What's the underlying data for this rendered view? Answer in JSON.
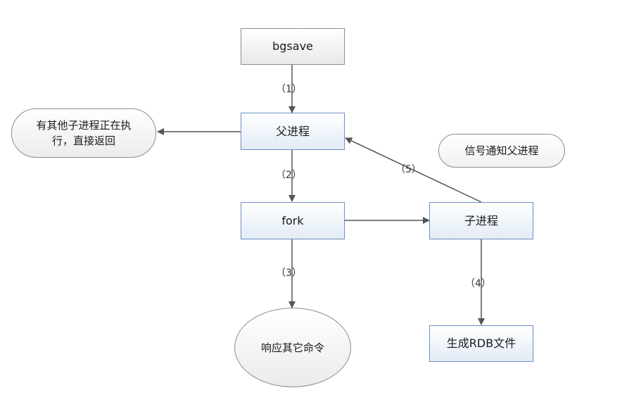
{
  "diagram": {
    "nodes": {
      "bgsave": "bgsave",
      "parent": "父进程",
      "fork": "fork",
      "child": "子进程",
      "other_child": "有其他子进程正在执行，直接返回",
      "signal": "信号通知父进程",
      "respond": "响应其它命令",
      "rdb": "生成RDB文件"
    },
    "edge_labels": {
      "step1": "（1）",
      "step2": "（2）",
      "step3": "（3）",
      "step4": "（4）",
      "step5": "（5）"
    },
    "colors": {
      "line": "#555555",
      "gray_border": "#8c8c8c",
      "blue_border": "#6b8fc2"
    }
  }
}
